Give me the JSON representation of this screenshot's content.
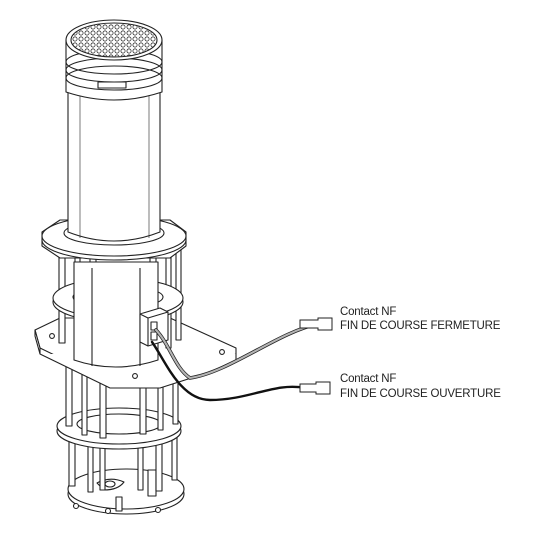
{
  "labels": {
    "closing": {
      "line1": "Contact NF",
      "line2": "FIN DE COURSE FERMETURE",
      "cable_color": "#b4b4b4"
    },
    "opening": {
      "line1": "Contact NF",
      "line2": "FIN DE COURSE OUVERTURE",
      "cable_color": "#111111"
    }
  }
}
